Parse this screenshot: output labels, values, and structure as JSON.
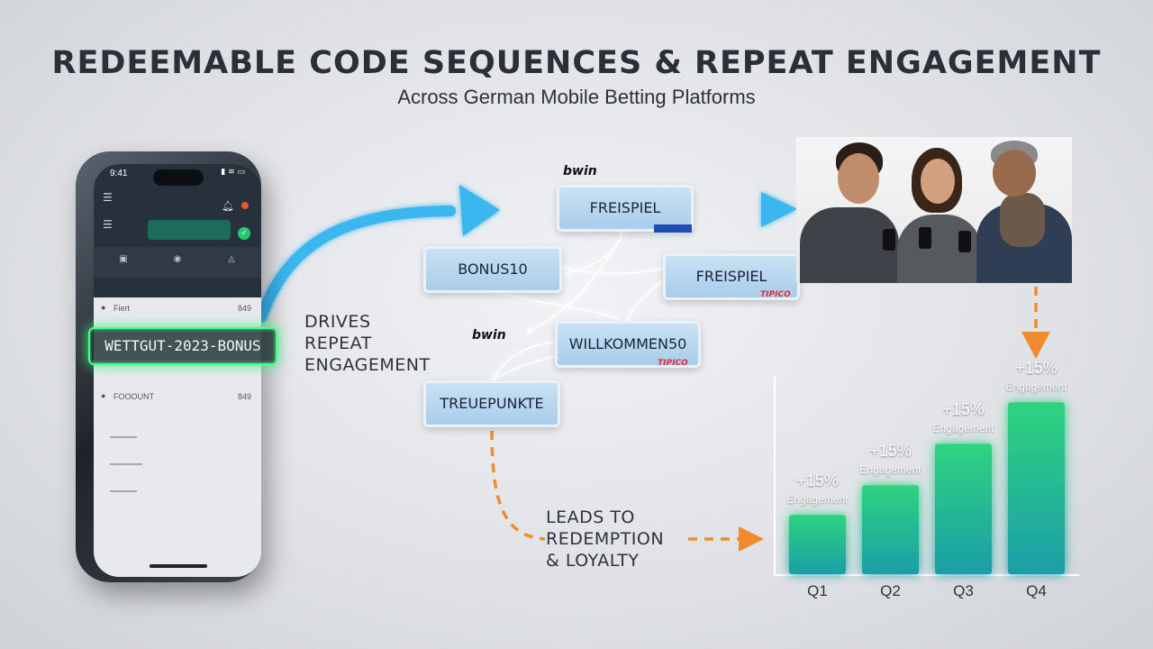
{
  "header": {
    "title": "REDEEMABLE CODE SEQUENCES & REPEAT ENGAGEMENT",
    "subtitle": "Across German Mobile Betting Platforms"
  },
  "phone": {
    "time": "9:41",
    "code": "WETTGUT-2023-BONUS",
    "row1_label": "Fiert",
    "row1_value": "849",
    "row2_label": "FOOOUNT",
    "row2_value": "849"
  },
  "labels": {
    "drives": [
      "DRIVES",
      "REPEAT",
      "ENGAGEMENT"
    ],
    "leads": [
      "LEADS TO",
      "REDEMPTION",
      "& LOYALTY"
    ]
  },
  "nodes": {
    "freispiel_top": "FREISPIEL",
    "bonus10": "BONUS10",
    "freispiel_right": "FREISPIEL",
    "willkommen50": "WILLKOMMEN50",
    "treuepunkte": "TREUEPUNKTE"
  },
  "brands": {
    "bwin_top": "bwin",
    "bwin_mid": "bwin",
    "tipico_1": "TIPICO",
    "tipico_2": "TIPICO"
  },
  "colors": {
    "arrow_blue": "#3ab7f0",
    "arrow_orange": "#f28a2e",
    "code_glow": "#4dfc8a",
    "bar_teal": "#1aa6a6",
    "bar_green": "#2fd37f"
  },
  "chart_data": {
    "type": "bar",
    "categories": [
      "Q1",
      "Q2",
      "Q3",
      "Q4"
    ],
    "values": [
      1,
      1.5,
      2.2,
      2.9
    ],
    "value_labels": [
      "+15%",
      "+15%",
      "+15%",
      "+15%"
    ],
    "value_sublabels": [
      "Engagement",
      "Engagement",
      "Engagement",
      "Engagement"
    ],
    "grid": false,
    "ylim": [
      0,
      3.5
    ]
  }
}
